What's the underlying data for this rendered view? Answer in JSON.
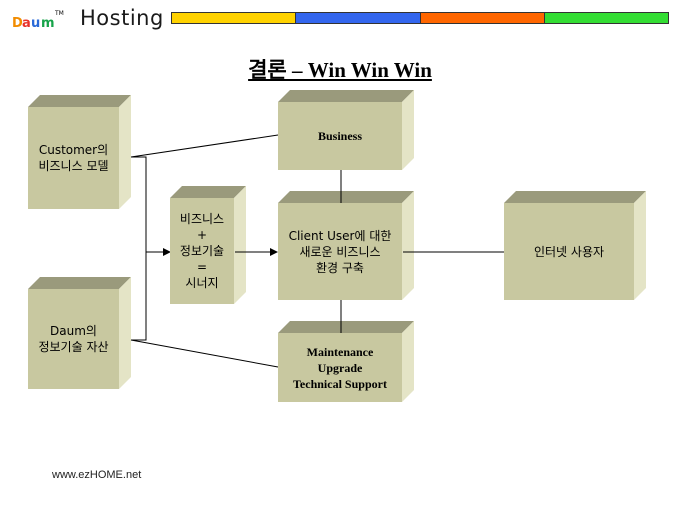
{
  "header": {
    "logo_text": "Daum",
    "logo_tm": "TM",
    "brand": "Hosting",
    "bar_colors": [
      "#ffd200",
      "#3366ee",
      "#ff6600",
      "#33dd33"
    ]
  },
  "title": "결론 – Win Win Win",
  "colors": {
    "box_front": "#c8c8a0",
    "box_top": "#9a9a7c",
    "box_side": "#e4e4c6",
    "line": "#000000"
  },
  "nodes": {
    "customer": {
      "label": "Customer의\n비즈니스 모델"
    },
    "daum": {
      "label": "Daum의\n정보기술 자산"
    },
    "synergy": {
      "label": "비즈니스\n+\n정보기술\n=\n시너지"
    },
    "business": {
      "label": "Business"
    },
    "client": {
      "label": "Client User에 대한\n새로운 비즈니스\n환경 구축"
    },
    "maintenance": {
      "label": "Maintenance\nUpgrade\nTechnical Support"
    },
    "internet": {
      "label": "인터넷 사용자"
    }
  },
  "footer": "www.ezHOME.net"
}
